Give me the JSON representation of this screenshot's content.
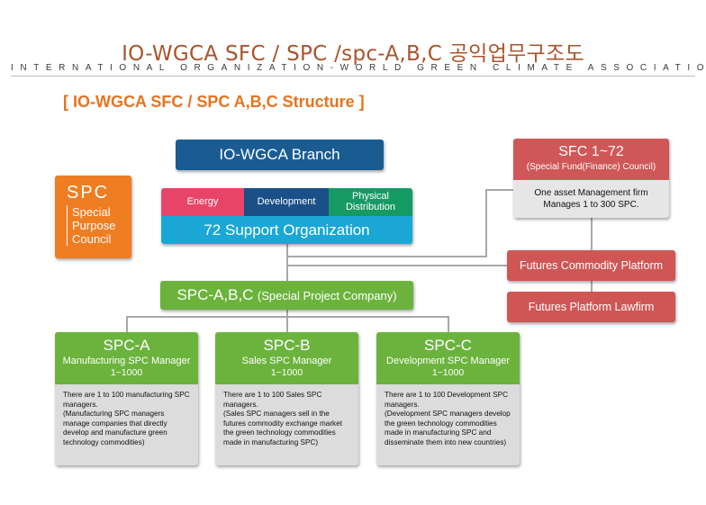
{
  "title": "IO-WGCA SFC / SPC /spc-A,B,C 공익업무구조도",
  "subtitle": "INTERNATIONAL ORGANIZATION-WORLD GREEN CLIMATE ASSOCIATION",
  "section_heading": "[ IO-WGCA SFC / SPC A,B,C  Structure ]",
  "branch": {
    "label": "IO-WGCA Branch",
    "color": "#1a5c92"
  },
  "support": {
    "categories": [
      {
        "label": "Energy",
        "color": "#e84468"
      },
      {
        "label": "Development",
        "color": "#1a4f88"
      },
      {
        "label": "Physical\nDistribution",
        "color": "#169a63"
      }
    ],
    "label": "72 Support Organization",
    "color": "#1aa7d6"
  },
  "spc_side": {
    "title": "SPC",
    "lines": [
      "Special",
      "Purpose",
      "Council"
    ],
    "color": "#ef7d22"
  },
  "sfc": {
    "title": "SFC 1~72",
    "subtitle": "(Special Fund(Finance) Council)",
    "body_line1": "One asset Management firm",
    "body_line2": "Manages 1 to 300 SPC.",
    "color": "#cf5757"
  },
  "futures": [
    {
      "label": "Futures Commodity Platform"
    },
    {
      "label": "Futures  Platform Lawfirm"
    }
  ],
  "spc_abc": {
    "label": "SPC-A,B,C",
    "paren": "(Special Project Company)",
    "color": "#6cb33e"
  },
  "cards": [
    {
      "name": "SPC-A",
      "role": "Manufacturing SPC Manager",
      "range": "1~1000",
      "desc": "There are 1 to 100 manufacturing SPC managers.\n(Manufacturing SPC managers manage companies that directly develop and manufacture green technology commodities)"
    },
    {
      "name": "SPC-B",
      "role": "Sales SPC Manager",
      "range": "1~1000",
      "desc": "There are 1 to 100 Sales SPC managers.\n(Sales SPC managers sell in the futures commodity exchange market the green technology commodities made in manufacturing SPC)"
    },
    {
      "name": "SPC-C",
      "role": "Development SPC Manager",
      "range": "1~1000",
      "desc": "There are 1 to 100 Development SPC managers.\n(Development SPC managers develop the green technology commodities made in manufacturing SPC and disseminate them into new countries)"
    }
  ]
}
